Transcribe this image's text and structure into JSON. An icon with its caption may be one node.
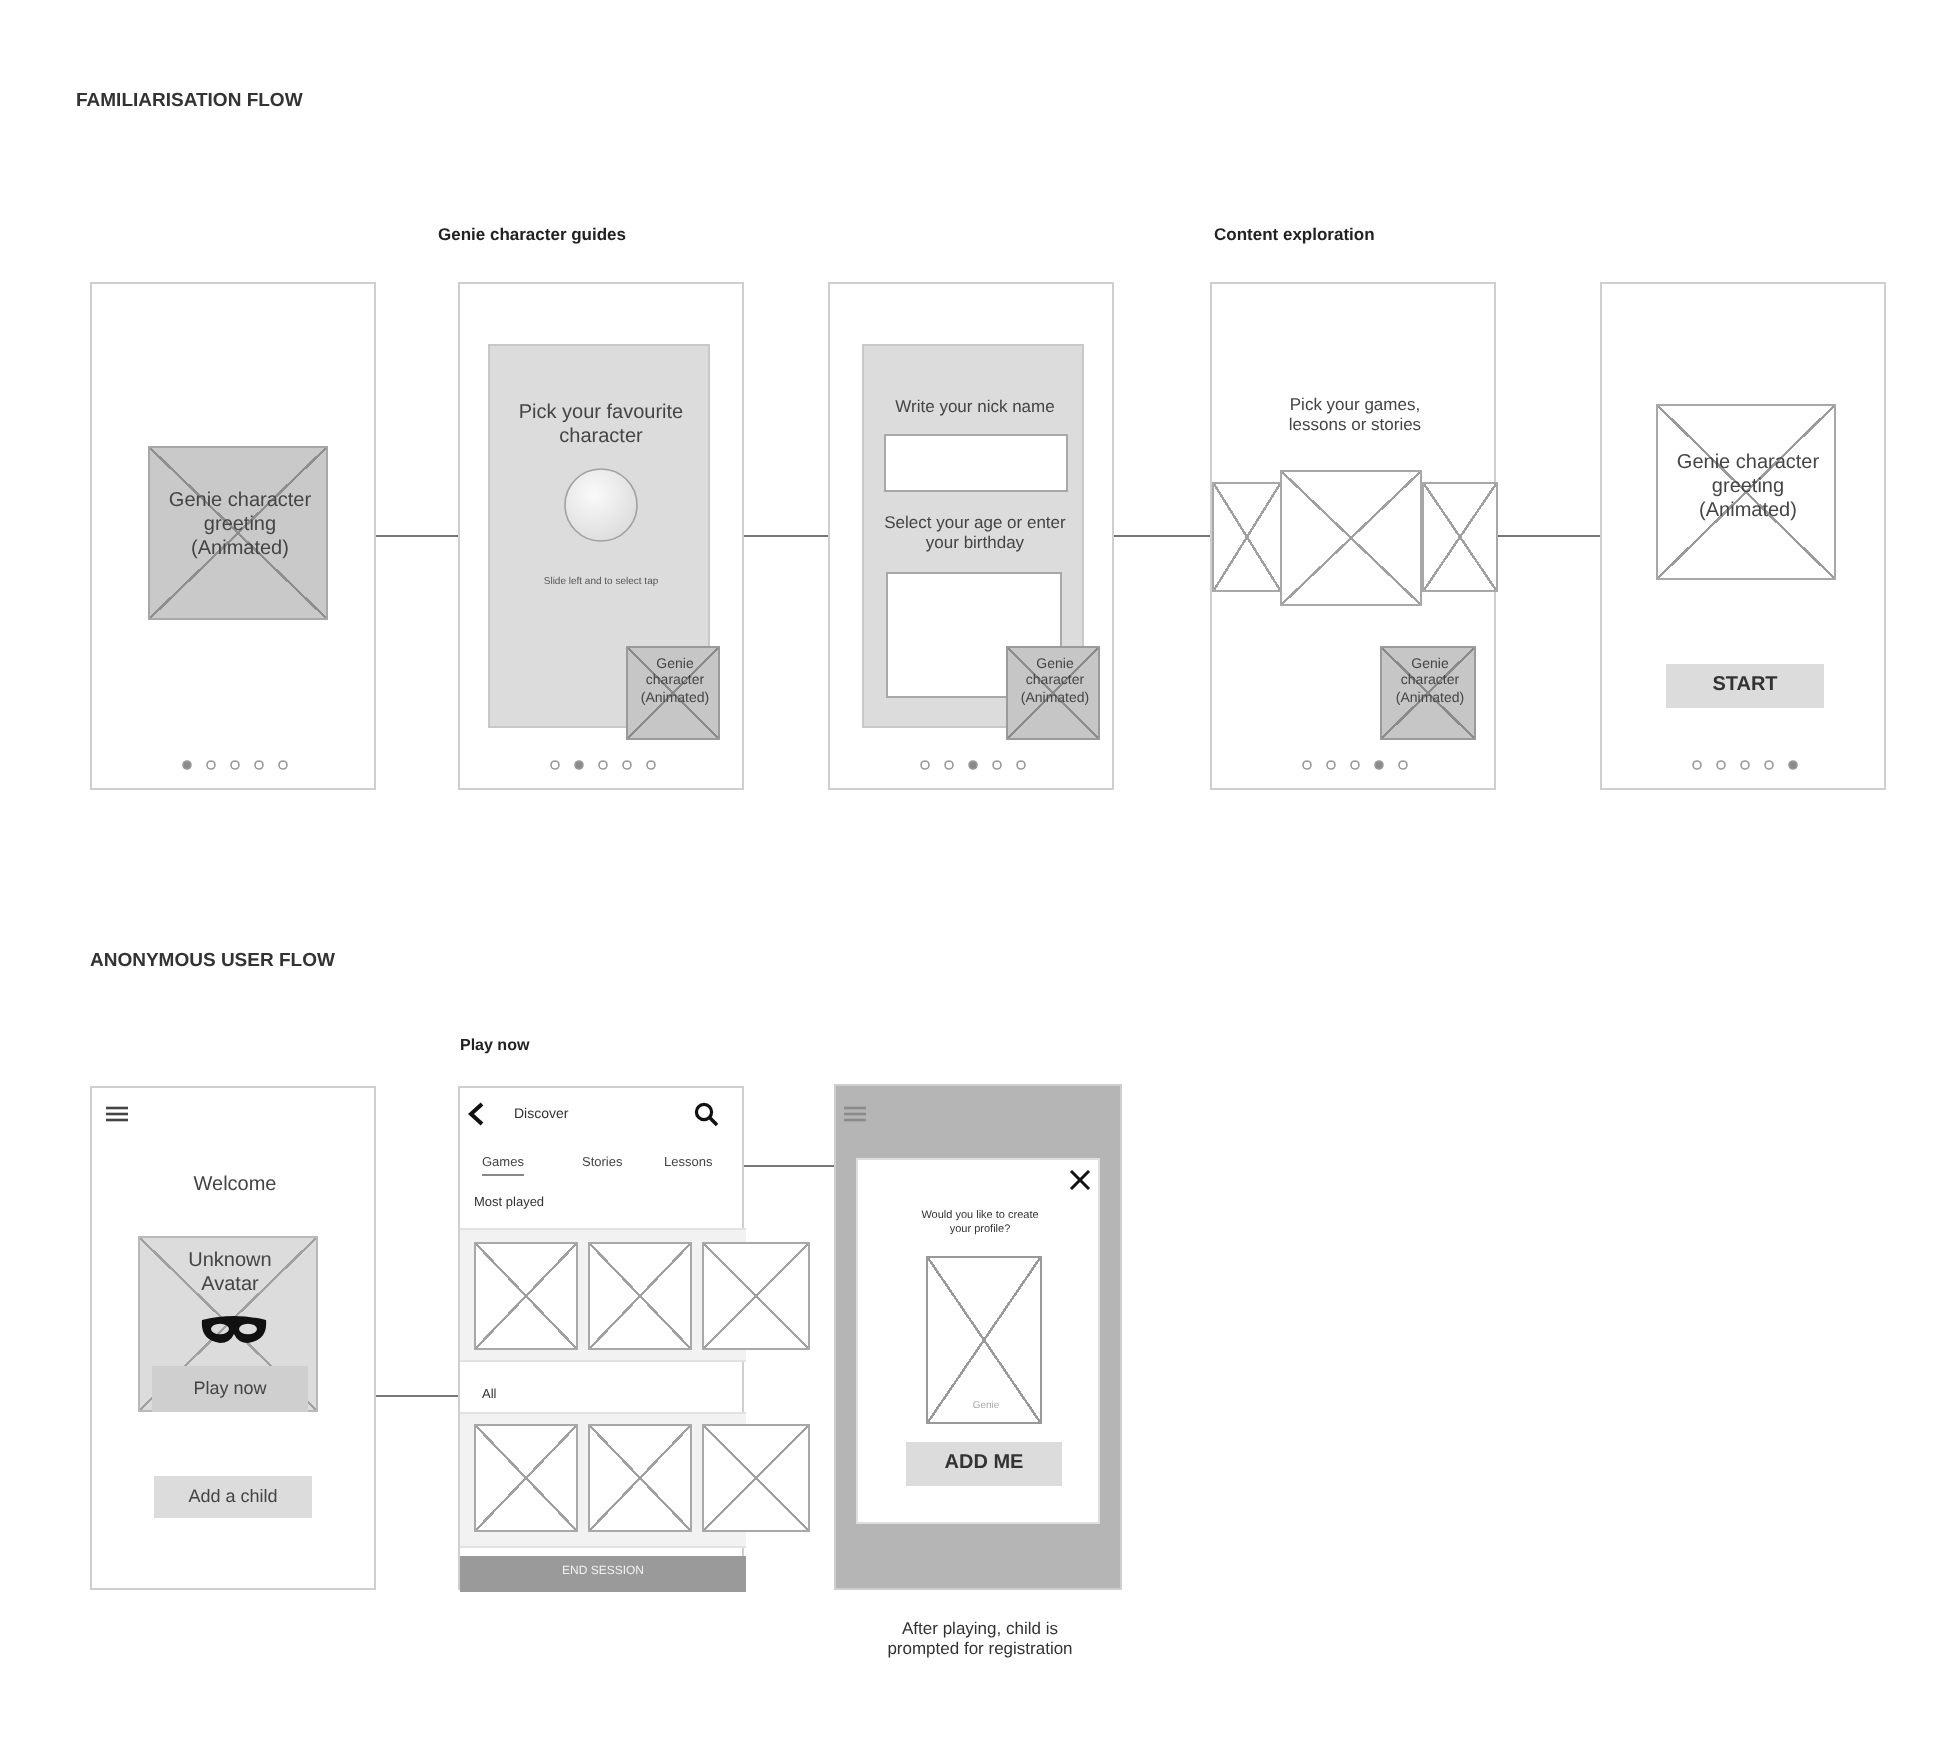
{
  "diagram": {
    "nodes": [
      {
        "text": [],
        "shape": "box"
      },
      {
        "text": [
          "Genie character greeting (Animated)"
        ],
        "in": 0
      },
      {
        "text": [
          "Genie character guides"
        ]
      },
      {
        "text": [
          "Pick your favourite character",
          "Slide left and to select tap"
        ],
        "in": 2
      },
      {
        "text": [
          "Genie character (Animated)"
        ],
        "in": 2
      },
      {
        "text": [],
        "shape": "box"
      },
      {
        "text": [
          "Write your nick name",
          "Select your age or enter your birthday"
        ],
        "in": 5
      },
      {
        "text": [
          "Genie character (Animated)"
        ],
        "in": 5
      },
      {
        "text": [
          "Content exploration",
          "Pick your games, lessons or stories"
        ]
      },
      {
        "text": [
          "Genie character (Animated)"
        ],
        "in": 8
      },
      {
        "text": [],
        "shape": "box"
      },
      {
        "text": [
          "Genie character greeting (Animated)"
        ],
        "in": 10
      },
      {
        "text": [
          "START"
        ],
        "in": 10
      },
      {
        "text": [
          "Welcome"
        ]
      },
      {
        "text": [
          "Unknown Avatar"
        ],
        "in": 13
      },
      {
        "text": [
          "Play now"
        ],
        "in": 14
      },
      {
        "text": [
          "Add a child"
        ],
        "in": 13
      },
      {
        "text": [
          "Play now",
          "Discover",
          "Games",
          "Stories",
          "Lessons",
          "Most played",
          "All"
        ]
      },
      {
        "text": [
          "END SESSION"
        ],
        "in": 17
      },
      {
        "text": [],
        "shape": "box",
        "beside": [
          "After playing, child is prompted for registration"
        ]
      },
      {
        "text": [
          "Would you like to create your profile?"
        ],
        "in": 19
      },
      {
        "text": [
          "Genie"
        ],
        "in": 20
      },
      {
        "text": [
          "ADD ME"
        ],
        "in": 20
      }
    ],
    "edges": [
      {
        "from": 0,
        "to": 2,
        "arrow": "none"
      },
      {
        "from": 2,
        "to": 5,
        "arrow": "none"
      },
      {
        "from": 5,
        "to": 8,
        "arrow": "none"
      },
      {
        "from": 8,
        "to": 10,
        "arrow": "none"
      },
      {
        "from": 15,
        "to": 17,
        "arrow": "none"
      },
      {
        "from": 17,
        "to": 19,
        "arrow": "none"
      }
    ],
    "labels": [
      "FAMILIARISATION FLOW",
      "ANONYMOUS USER FLOW"
    ]
  }
}
